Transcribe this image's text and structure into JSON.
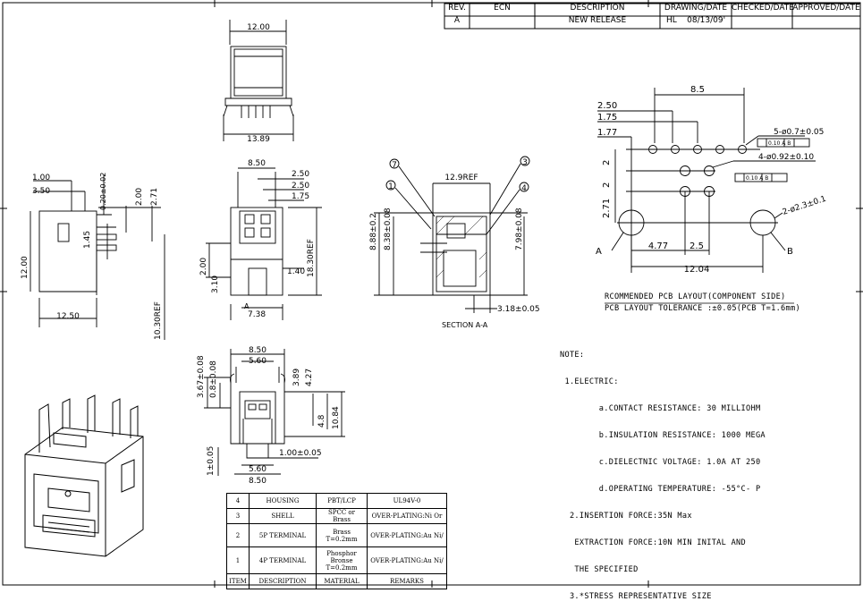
{
  "revision_block": {
    "headers": {
      "rev": "REV.",
      "ecn": "ECN",
      "description": "DESCRIPTION",
      "drawing_date": "DRAWING/DATE",
      "checked": "CHECKED/DATE",
      "approved": "APPROVED/DATE"
    },
    "row": {
      "rev": "A",
      "ecn": "",
      "description": "NEW RELEASE",
      "drawing_date": "HL    08/13/09'",
      "checked": "",
      "approved": ""
    }
  },
  "top_view": {
    "width_top": "12.00",
    "width_bottom": "13.89"
  },
  "side_view": {
    "d1": "1.00",
    "d2": "3.50",
    "d3": "0.20±0.02",
    "d4": "2.00",
    "d5": "2.71",
    "d6": "1.45",
    "height": "12.00",
    "base": "12.50",
    "ref": "10.30REF"
  },
  "front_view": {
    "d1": "8.50",
    "d2": "2.50",
    "d3": "2.50",
    "d4": "1.75",
    "d5": "18.30REF",
    "d6": "2.00",
    "d7": "3.10",
    "d8": "1.40",
    "d9": "7.38",
    "marker": "A"
  },
  "section_view": {
    "callouts": [
      "7",
      "1",
      "3",
      "4"
    ],
    "ref": "12.9REF",
    "d1": "8.88±0.2",
    "d2": "8.38±0.08",
    "d3": "7.98±0.08",
    "d4": "3.18±0.05",
    "label": "SECTION  A-A"
  },
  "bottom_view": {
    "d1": "8.50",
    "d2": "5.60",
    "d3": "3.67±0.08",
    "d4": "0.8±0.08",
    "d5": "3.89",
    "d6": "4.27",
    "d7": "4.8",
    "d8": "10.84",
    "d9": "1.00±0.05",
    "d10": "1±0.05",
    "d11": "5.60",
    "d12": "8.50"
  },
  "pcb_layout": {
    "d_85": "8.5",
    "d_250": "2.50",
    "d_175": "1.75",
    "d_177": "1.77",
    "d_2a": "2",
    "d_2b": "2",
    "d_271": "2.71",
    "holes_a": "5-ø0.7±0.05",
    "holes_b": "4-ø0.92±0.10",
    "holes_c": "2-ø2.3±0.1",
    "tol_a": "0.10 A B",
    "tol_b": "0.10 A B",
    "d_477": "4.77",
    "d_25": "2.5",
    "d_1204": "12.04",
    "datum_a": "A",
    "datum_b": "B",
    "caption1": "RCOMMENDED PCB LAYOUT(COMPONENT SIDE)",
    "caption2": "PCB LAYOUT TOLERANCE :±0.05(PCB T=1.6mm)"
  },
  "notes": [
    "NOTE:",
    " 1.ELECTRIC:",
    "        a.CONTACT RESISTANCE: 30 MILLIOHM",
    "        b.INSULATION RESISTANCE: 1000 MEGA",
    "        c.DIELECTNIC VOLTAGE: 1.0A AT 250",
    "        d.OPERATING TEMPERATURE: -55°C- P",
    "  2.INSERTION FORCE:35N Max",
    "   EXTRACTION FORCE:10N MIN INITAL AND",
    "   THE SPECIFIED",
    "  3.*STRESS REPRESENTATIVE SIZE"
  ],
  "bom": [
    {
      "item": "4",
      "description": "HOUSING",
      "material": "PBT/LCP",
      "remarks": "UL94V-0"
    },
    {
      "item": "3",
      "description": "SHELL",
      "material": "SPCC or Brass",
      "remarks": "OVER-PLATING:Ni Or"
    },
    {
      "item": "2",
      "description": "5P TERMINAL",
      "material": "Brass T=0.2mm",
      "remarks": "OVER-PLATING:Au Ni/"
    },
    {
      "item": "1",
      "description": "4P TERMINAL",
      "material": "Phosphor Bronse T=0.2mm",
      "remarks": "OVER-PLATING:Au Ni/"
    }
  ],
  "bom_header": {
    "item": "ITEM",
    "description": "DESCRIPTION",
    "material": "MATERIAL",
    "remarks": "REMARKS"
  }
}
